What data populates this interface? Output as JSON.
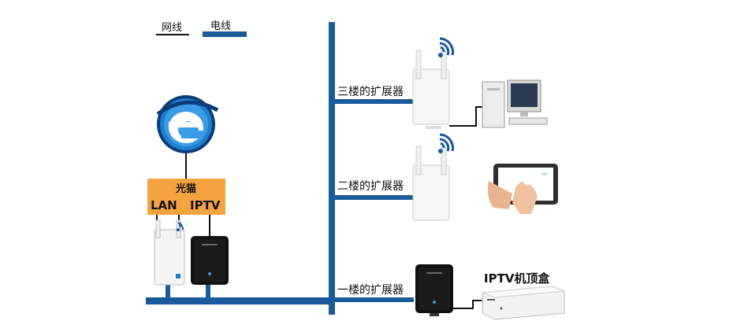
{
  "legend": {
    "network_cable": "网线",
    "power_line": "电线"
  },
  "modem": {
    "name": "光猫",
    "port_lan": "LAN",
    "port_iptv": "IPTV"
  },
  "floors": {
    "third": "三楼的扩展器",
    "second": "二楼的扩展器",
    "first": "一楼的扩展器"
  },
  "devices": {
    "iptv_box": "IPTV机顶盒"
  },
  "colors": {
    "power_line": "#1a5a9a",
    "modem_box": "#f5a340",
    "internet_icon": "#1f7fd0"
  },
  "icons": [
    "internet-e-icon",
    "wifi-icon",
    "desktop-computer-icon",
    "tablet-touch-icon",
    "set-top-box-icon",
    "powerline-adapter-icon"
  ]
}
